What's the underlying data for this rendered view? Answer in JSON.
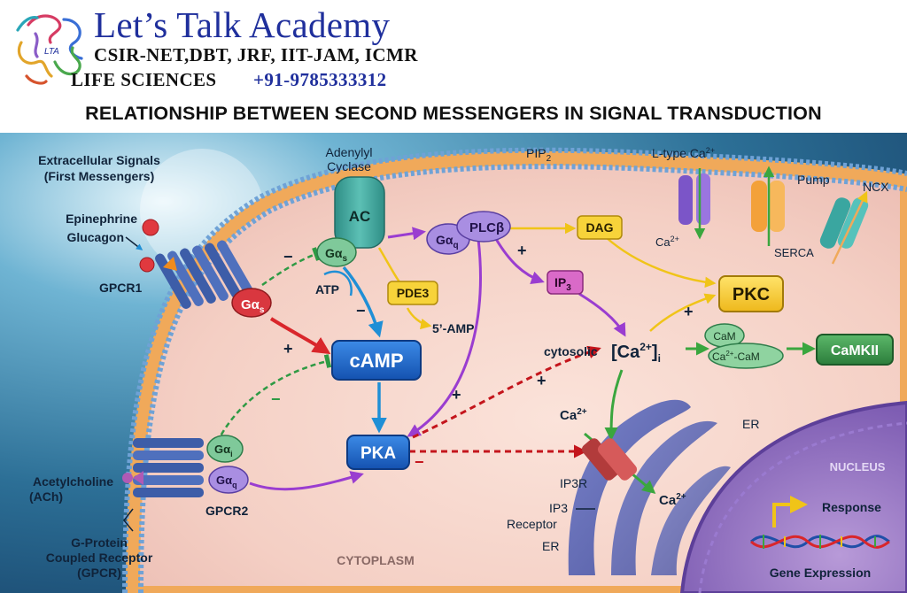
{
  "header": {
    "brand": "Let’s Talk Academy",
    "exams": "CSIR-NET,DBT, JRF, IIT-JAM, ICMR",
    "subject": "LIFE SCIENCES",
    "phone": "+91-9785333312",
    "logo_text": "LTA"
  },
  "title": "RELATIONSHIP BETWEEN SECOND MESSENGERS IN SIGNAL TRANSDUCTION",
  "labels": {
    "extracellular_1": "Extracellular Signals",
    "extracellular_2": "(First Messengers)",
    "epinephrine": "Epinephrine",
    "glucagon": "Glucagon",
    "gpcr1": "GPCR1",
    "gpcr2": "GPCR2",
    "ach_1": "Acetylcholine",
    "ach_2": "(ACh)",
    "gpcr_1": "G-Protein",
    "gpcr_2": "Coupled Receptor",
    "gpcr_3": "(GPCR)",
    "cytoplasm": "CYTOPLASM",
    "adenylyl_1": "Adenylyl",
    "adenylyl_2": "Cyclase",
    "ac": "AC",
    "atp": "ATP",
    "pde3": "PDE3",
    "amp5": "5’-AMP",
    "camp": "cAMP",
    "pka": "PKA",
    "plcb": "PLCβ",
    "pip2": "PIP",
    "pip2_sub": "2",
    "dag": "DAG",
    "ip3": "IP",
    "ip3_sub": "3",
    "pkc": "PKC",
    "cytosolic": "cytosolic",
    "ca_i": "[Ca",
    "ca_i_sup": "2+",
    "ca_i_close": "]",
    "ca_i_sub": "i",
    "cam": "CaM",
    "ca_cam": "Ca",
    "ca_cam_sup": "2+",
    "ca_cam_end": "-CaM",
    "camkii": "CaMKII",
    "ltype": "L-type Ca",
    "ltype_sup": "2+",
    "ca_in": "Ca",
    "ca_in_sup": "2+",
    "pump": "Pump",
    "serca": "SERCA",
    "ncx": "NCX",
    "er_top": "ER",
    "ca_er": "Ca",
    "ca_er_sup": "2+",
    "ca_release": "Ca",
    "ca_release_sup": "2+",
    "ip3r": "IP3R",
    "ip3_receptor_1": "IP3",
    "ip3_receptor_2": "Receptor",
    "er_bottom": "ER",
    "nucleus": "NUCLEUS",
    "response": "Response",
    "gene_expression": "Gene Expression",
    "gs": "Gα",
    "gs_sub": "s",
    "gs2": "Gα",
    "gs2_sub": "s",
    "gq": "Gα",
    "gq_sub": "q",
    "gi": "Gα",
    "gi_sub": "i",
    "gq2": "Gα",
    "gq2_sub": "q",
    "plus": "+",
    "minus": "−"
  },
  "colors": {
    "brand": "#1f2f9c",
    "camp": "#1a64c8",
    "pkc": "#f7d33a",
    "camkii": "#3e9a4d",
    "gs": "#d9373f",
    "gq": "#9a80d6",
    "ac": "#3fa39a"
  }
}
